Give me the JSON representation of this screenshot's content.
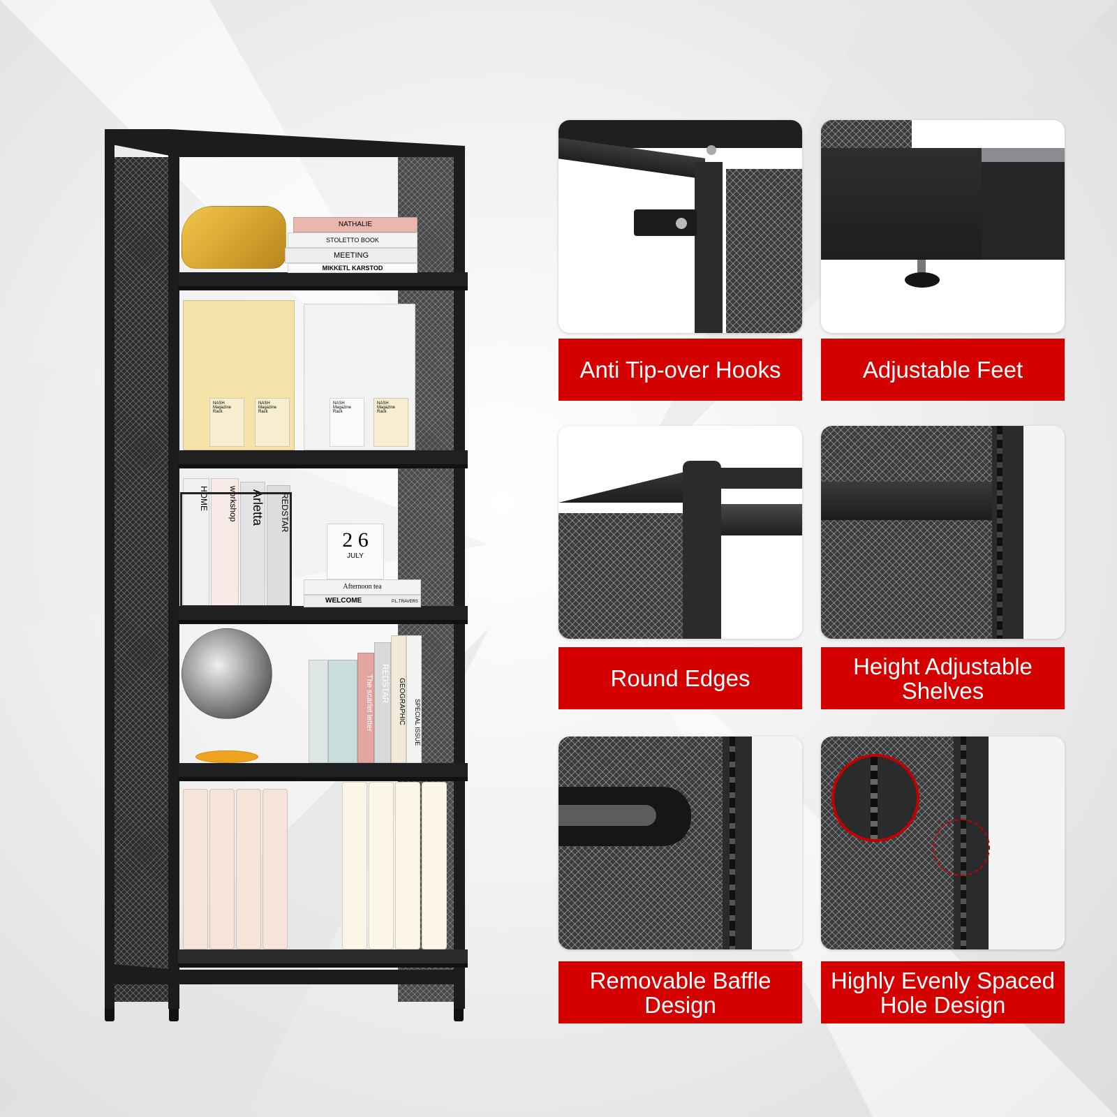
{
  "features": [
    {
      "label": "Anti Tip-over Hooks",
      "icon": "anti-tip-hook-photo"
    },
    {
      "label": "Adjustable Feet",
      "icon": "adjustable-foot-photo"
    },
    {
      "label": "Round Edges",
      "icon": "round-edge-photo"
    },
    {
      "label": "Height Adjustable Shelves",
      "icon": "shelf-bracket-photo"
    },
    {
      "label": "Removable Baffle Design",
      "icon": "baffle-photo"
    },
    {
      "label": "Highly Evenly Spaced Hole Design",
      "icon": "hole-detail-photo"
    }
  ],
  "props": {
    "book_a": "NATHALIE",
    "book_b": "STOLETTO BOOK",
    "book_c": "MEETING",
    "book_d": "MIKKETL KARSTOD",
    "rack_label": "NASH Magazine Rack",
    "book_e": "HOME",
    "book_f": "workshop",
    "book_g": "Arletta",
    "book_h": "REDSTAR",
    "calendar_day_1": "2",
    "calendar_day_2": "6",
    "calendar_month": "JULY",
    "book_i": "Afternoon tea",
    "book_j": "WELCOME",
    "book_k": "P.L.TRAVERS",
    "book_l": "The scarlet letter",
    "book_m": "REDSTAR",
    "book_n": "GEOGRAPHIC",
    "book_o": "SPECIAL ISSUE"
  },
  "colors": {
    "caption_bg": "#d40000",
    "caption_text": "#ffffff",
    "frame": "#1b1c1e"
  }
}
